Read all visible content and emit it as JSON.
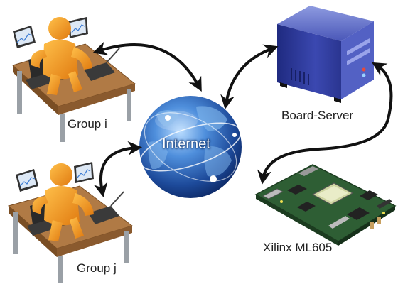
{
  "nodes": {
    "group_i": {
      "label": "Group i"
    },
    "group_j": {
      "label": "Group j"
    },
    "internet": {
      "label": "Internet"
    },
    "board_server": {
      "label": "Board-Server"
    },
    "xilinx": {
      "label": "Xilinx ML605"
    }
  },
  "colors": {
    "person": "#f39a1c",
    "desk_top": "#b07a45",
    "desk_front": "#8a5a2e",
    "globe": "#2d66b8",
    "server": "#2f3a9a",
    "board": "#2e5e34",
    "arrow": "#111111"
  }
}
